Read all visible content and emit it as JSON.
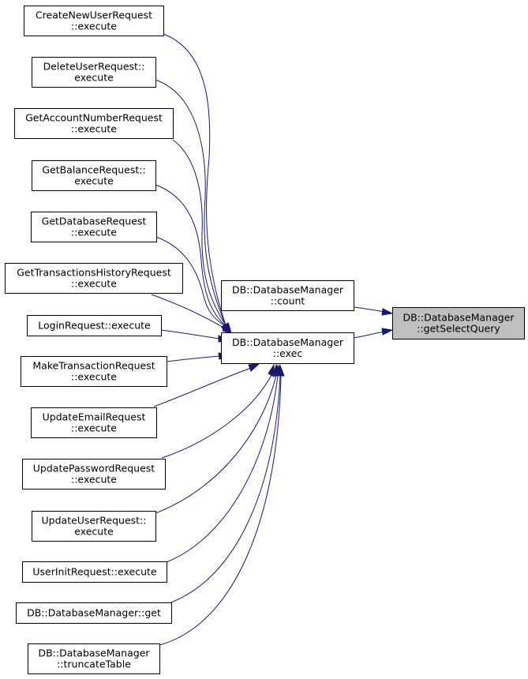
{
  "colors": {
    "edge": "#191970",
    "node_fill": "#ffffff",
    "node_border": "#000000",
    "highlight_fill": "#bfbfbf"
  },
  "nodes": {
    "create_new_user": [
      "CreateNewUserRequest",
      "::execute"
    ],
    "delete_user": [
      "DeleteUserRequest::",
      "execute"
    ],
    "get_account_number": [
      "GetAccountNumberRequest",
      "::execute"
    ],
    "get_balance": [
      "GetBalanceRequest::",
      "execute"
    ],
    "get_database": [
      "GetDatabaseRequest",
      "::execute"
    ],
    "get_transactions_history": [
      "GetTransactionsHistoryRequest",
      "::execute"
    ],
    "login": [
      "LoginRequest::execute"
    ],
    "make_transaction": [
      "MakeTransactionRequest",
      "::execute"
    ],
    "update_email": [
      "UpdateEmailRequest",
      "::execute"
    ],
    "update_password": [
      "UpdatePasswordRequest",
      "::execute"
    ],
    "update_user": [
      "UpdateUserRequest::",
      "execute"
    ],
    "user_init": [
      "UserInitRequest::execute"
    ],
    "db_get": [
      "DB::DatabaseManager::get"
    ],
    "db_truncate_table": [
      "DB::DatabaseManager",
      "::truncateTable"
    ],
    "db_count": [
      "DB::DatabaseManager",
      "::count"
    ],
    "db_exec": [
      "DB::DatabaseManager",
      "::exec"
    ],
    "db_get_select_query": [
      "DB::DatabaseManager",
      "::getSelectQuery"
    ]
  },
  "highlighted_node": "db_get_select_query",
  "edges": [
    [
      "create_new_user",
      "db_exec"
    ],
    [
      "delete_user",
      "db_exec"
    ],
    [
      "get_account_number",
      "db_exec"
    ],
    [
      "get_balance",
      "db_exec"
    ],
    [
      "get_database",
      "db_exec"
    ],
    [
      "get_transactions_history",
      "db_exec"
    ],
    [
      "login",
      "db_exec"
    ],
    [
      "make_transaction",
      "db_exec"
    ],
    [
      "update_email",
      "db_exec"
    ],
    [
      "update_password",
      "db_exec"
    ],
    [
      "update_user",
      "db_exec"
    ],
    [
      "user_init",
      "db_exec"
    ],
    [
      "db_get",
      "db_exec"
    ],
    [
      "db_truncate_table",
      "db_exec"
    ],
    [
      "db_count",
      "db_get_select_query"
    ],
    [
      "db_exec",
      "db_get_select_query"
    ]
  ]
}
